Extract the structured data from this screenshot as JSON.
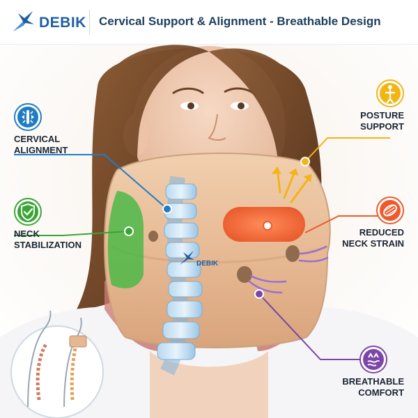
{
  "brand": {
    "name": "DEBIK"
  },
  "header": {
    "title": "Cervical Support & Alignment - Breathable Design"
  },
  "collar": {
    "brand_mark": "DEBIK"
  },
  "features": {
    "cervical_alignment": {
      "line1": "CERVICAL",
      "line2": "ALIGNMENT",
      "icon": "spine-arrows-icon",
      "color": "#1f7cc4"
    },
    "neck_stabilization": {
      "line1": "NECK",
      "line2": "STABILIZATION",
      "icon": "shield-check-icon",
      "color": "#3aa535"
    },
    "posture_support": {
      "line1": "POSTURE",
      "line2": "SUPPORT",
      "icon": "posture-figure-icon",
      "color": "#f2b514"
    },
    "reduced_neck_strain": {
      "line1": "REDUCED",
      "line2": "NECK STRAIN",
      "icon": "muscle-icon",
      "color": "#ee5a2c"
    },
    "breathable_comfort": {
      "line1": "BREATHABLE",
      "line2": "COMFORT",
      "icon": "airflow-icon",
      "color": "#7b46a8"
    }
  }
}
